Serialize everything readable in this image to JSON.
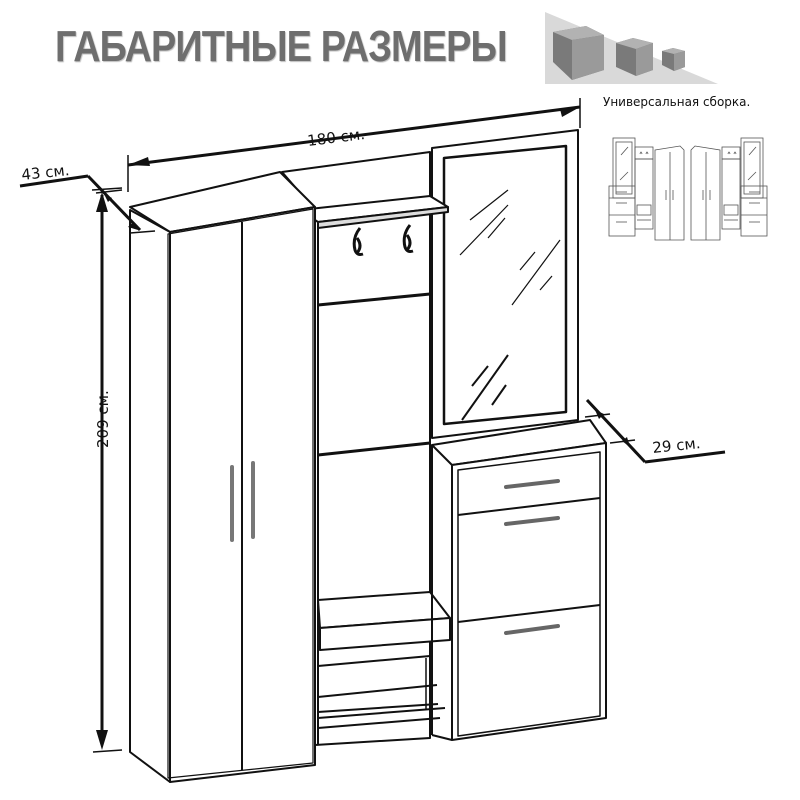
{
  "header": {
    "title": "ГАБАРИТНЫЕ РАЗМЕРЫ",
    "title_color": "#6e6e6e",
    "logo_icon": "three-cubes-icon"
  },
  "assembly": {
    "caption": "Универсальная сборка.",
    "variants": [
      "left-assembly",
      "right-assembly"
    ]
  },
  "dimensions": {
    "width": "180 см.",
    "height": "209 см.",
    "depth_wardrobe": "43 см.",
    "depth_shoe_cabinet": "29 см."
  },
  "product": {
    "components": [
      "wardrobe-two-door",
      "open-hanger-section-with-hooks",
      "mirror-panel",
      "shoe-cabinet-three-drawers",
      "bench-with-shoe-rack"
    ],
    "hooks_count": 2,
    "shoe_cabinet_fronts": 3
  },
  "colors": {
    "line": "#111111",
    "handle": "#888888",
    "cube_dark": "#7a7a7a",
    "cube_light": "#9c9c9c",
    "cube_top": "#b5b5b5",
    "shadow": "#d9d9d9"
  }
}
